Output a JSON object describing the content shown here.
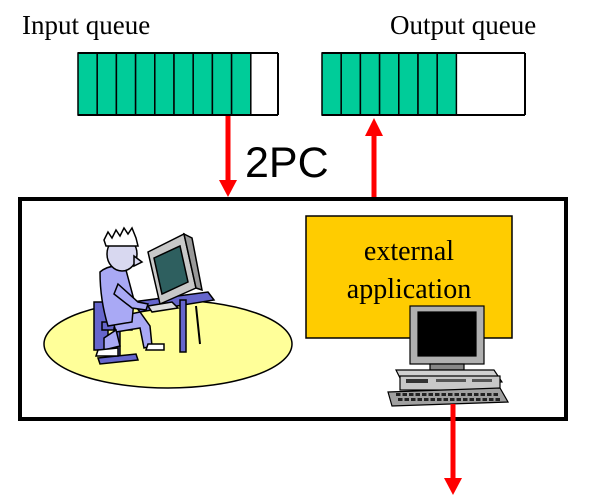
{
  "labels": {
    "input_queue": "Input queue",
    "output_queue": "Output queue",
    "protocol": "2PC",
    "external_app_line1": "external",
    "external_app_line2": "application"
  },
  "colors": {
    "queue_fill": "#00cc99",
    "arrow": "#ff0000",
    "app_box": "#ffcc00",
    "ellipse": "#ffff99",
    "outline": "#000000"
  },
  "queues": {
    "input_filled_slots": 9,
    "output_filled_slots": 7
  },
  "icons": {
    "user": "person-at-computer-icon",
    "computer": "desktop-computer-icon"
  }
}
